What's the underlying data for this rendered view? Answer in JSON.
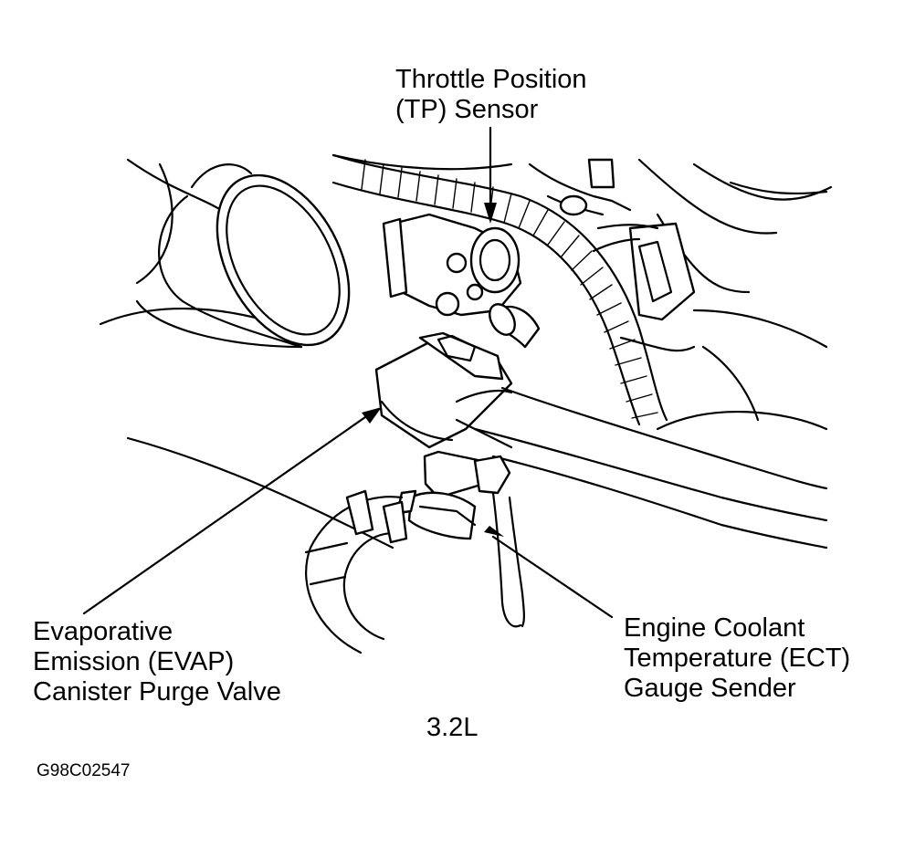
{
  "labels": {
    "tp_sensor": [
      "Throttle Position",
      "(TP) Sensor"
    ],
    "evap_valve": [
      "Evaporative",
      "Emission (EVAP)",
      "Canister Purge Valve"
    ],
    "ect_sender": [
      "Engine Coolant",
      "Temperature (ECT)",
      "Gauge Sender"
    ],
    "engine": "3.2L",
    "figure_id": "G98C02547"
  }
}
